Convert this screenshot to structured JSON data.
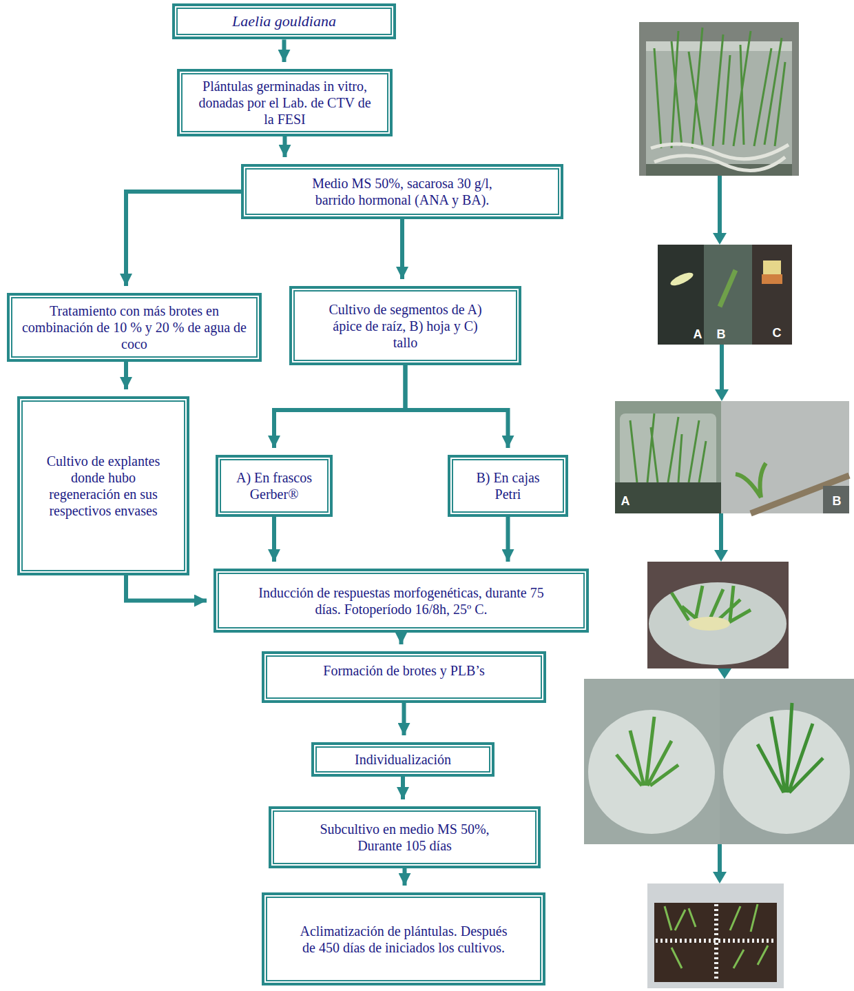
{
  "diagram": {
    "nodes": [
      {
        "text": [
          "Laelia gouldiana"
        ]
      },
      {
        "text": [
          "Plántulas germinadas in vitro, donadas por el Lab. de CTV de la FESI"
        ]
      },
      {
        "text": [
          "Medio MS 50%, sacarosa 30 g/l, barrido hormonal (ANA y BA)."
        ]
      },
      {
        "text": [
          "Tratamiento con más brotes en combinación de 10 % y 20 % de agua de coco"
        ]
      },
      {
        "text": [
          "Cultivo de segmentos de A) ápice de raíz, B) hoja y C) tallo"
        ]
      },
      {
        "text": [
          "Cultivo de explantes donde hubo regeneración en sus respectivos envases"
        ]
      },
      {
        "text": [
          "A) En frascos Gerber®"
        ]
      },
      {
        "text": [
          "B) En cajas Petri"
        ]
      },
      {
        "text": [
          "Inducción de respuestas morfogenéticas, durante 75 días. Fotoperíodo 16/8h, 25º C."
        ]
      },
      {
        "text": [
          "Formación de brotes y PLB’s"
        ]
      },
      {
        "text": [
          "Individualización"
        ]
      },
      {
        "text": [
          "Subcultivo en medio MS 50%, Durante 105 días"
        ]
      },
      {
        "text": [
          "Aclimatización de plántulas. Después de 450 días de iniciados los cultivos."
        ]
      }
    ],
    "edges": [
      {
        "from": 0,
        "to": 1,
        "arrow": "to"
      },
      {
        "from": 1,
        "to": 2,
        "arrow": "to"
      },
      {
        "from": 2,
        "to": 3,
        "arrow": "to"
      },
      {
        "from": 2,
        "to": 4,
        "arrow": "to"
      },
      {
        "from": 3,
        "to": 5,
        "arrow": "to"
      },
      {
        "from": 4,
        "to": 6,
        "arrow": "to"
      },
      {
        "from": 4,
        "to": 7,
        "arrow": "to"
      },
      {
        "from": 5,
        "to": 8,
        "arrow": "to"
      },
      {
        "from": 6,
        "to": 8,
        "arrow": "to"
      },
      {
        "from": 7,
        "to": 8,
        "arrow": "to"
      },
      {
        "from": 8,
        "to": 9,
        "arrow": "to"
      },
      {
        "from": 9,
        "to": 10,
        "arrow": "to"
      },
      {
        "from": 10,
        "to": 11,
        "arrow": "to"
      },
      {
        "from": 11,
        "to": 12,
        "arrow": "to"
      }
    ],
    "labels": [
      "A",
      "B",
      "C",
      "A",
      "B"
    ]
  }
}
